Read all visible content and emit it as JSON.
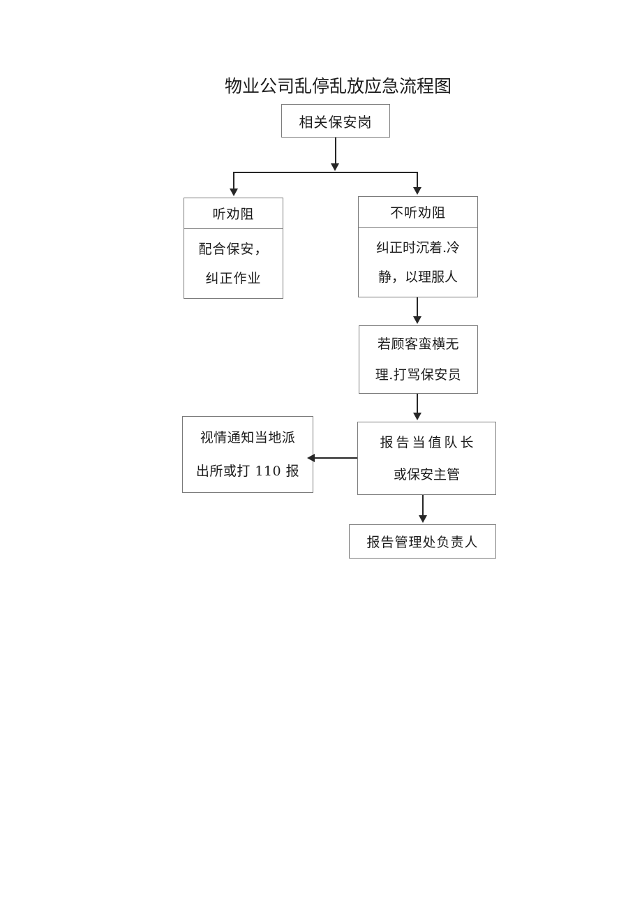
{
  "document": {
    "title": "物业公司乱停乱放应急流程图"
  },
  "chart_data": {
    "type": "diagram",
    "title": "物业公司乱停乱放应急流程图",
    "orientation": "top-down",
    "nodes": [
      {
        "id": "top",
        "name": "相关保安岗",
        "lines": [
          "相关保安岗"
        ],
        "shape": "rectangle"
      },
      {
        "id": "listen",
        "name": "听劝阻",
        "header": "听劝阻",
        "lines": [
          "配合保安，",
          "纠正作业"
        ],
        "shape": "rectangle-split"
      },
      {
        "id": "nolisten",
        "name": "不听劝阻",
        "header": "不听劝阻",
        "lines": [
          "纠正时沉着.冷",
          "静，以理服人"
        ],
        "shape": "rectangle-split"
      },
      {
        "id": "violent",
        "name": "若顾客蛮横无理.打骂保安员",
        "lines": [
          "若顾客蛮横无",
          "理.打骂保安员"
        ],
        "shape": "rectangle"
      },
      {
        "id": "police",
        "name": "视情通知当地派出所或打110报",
        "lines": [
          "视情通知当地派",
          "出所或打 110 报"
        ],
        "shape": "rectangle"
      },
      {
        "id": "report-leader",
        "name": "报告当值队长或保安主管",
        "lines": [
          "报告当值队长",
          "或保安主管"
        ],
        "shape": "rectangle"
      },
      {
        "id": "report-manager",
        "name": "报告管理处负责人",
        "lines": [
          "报告管理处负责人"
        ],
        "shape": "rectangle"
      }
    ],
    "edges": [
      {
        "from": "top",
        "to": "listen",
        "style": "arrow",
        "direction": "down"
      },
      {
        "from": "top",
        "to": "nolisten",
        "style": "arrow",
        "direction": "down"
      },
      {
        "from": "nolisten",
        "to": "violent",
        "style": "arrow",
        "direction": "down"
      },
      {
        "from": "violent",
        "to": "report-leader",
        "style": "arrow",
        "direction": "down"
      },
      {
        "from": "report-leader",
        "to": "police",
        "style": "arrow",
        "direction": "left"
      },
      {
        "from": "report-leader",
        "to": "report-manager",
        "style": "arrow",
        "direction": "down"
      }
    ],
    "colors": {
      "box_border": "#7b7b7b",
      "connector": "#262626",
      "text": "#1c1c1c",
      "background": "#ffffff"
    }
  }
}
